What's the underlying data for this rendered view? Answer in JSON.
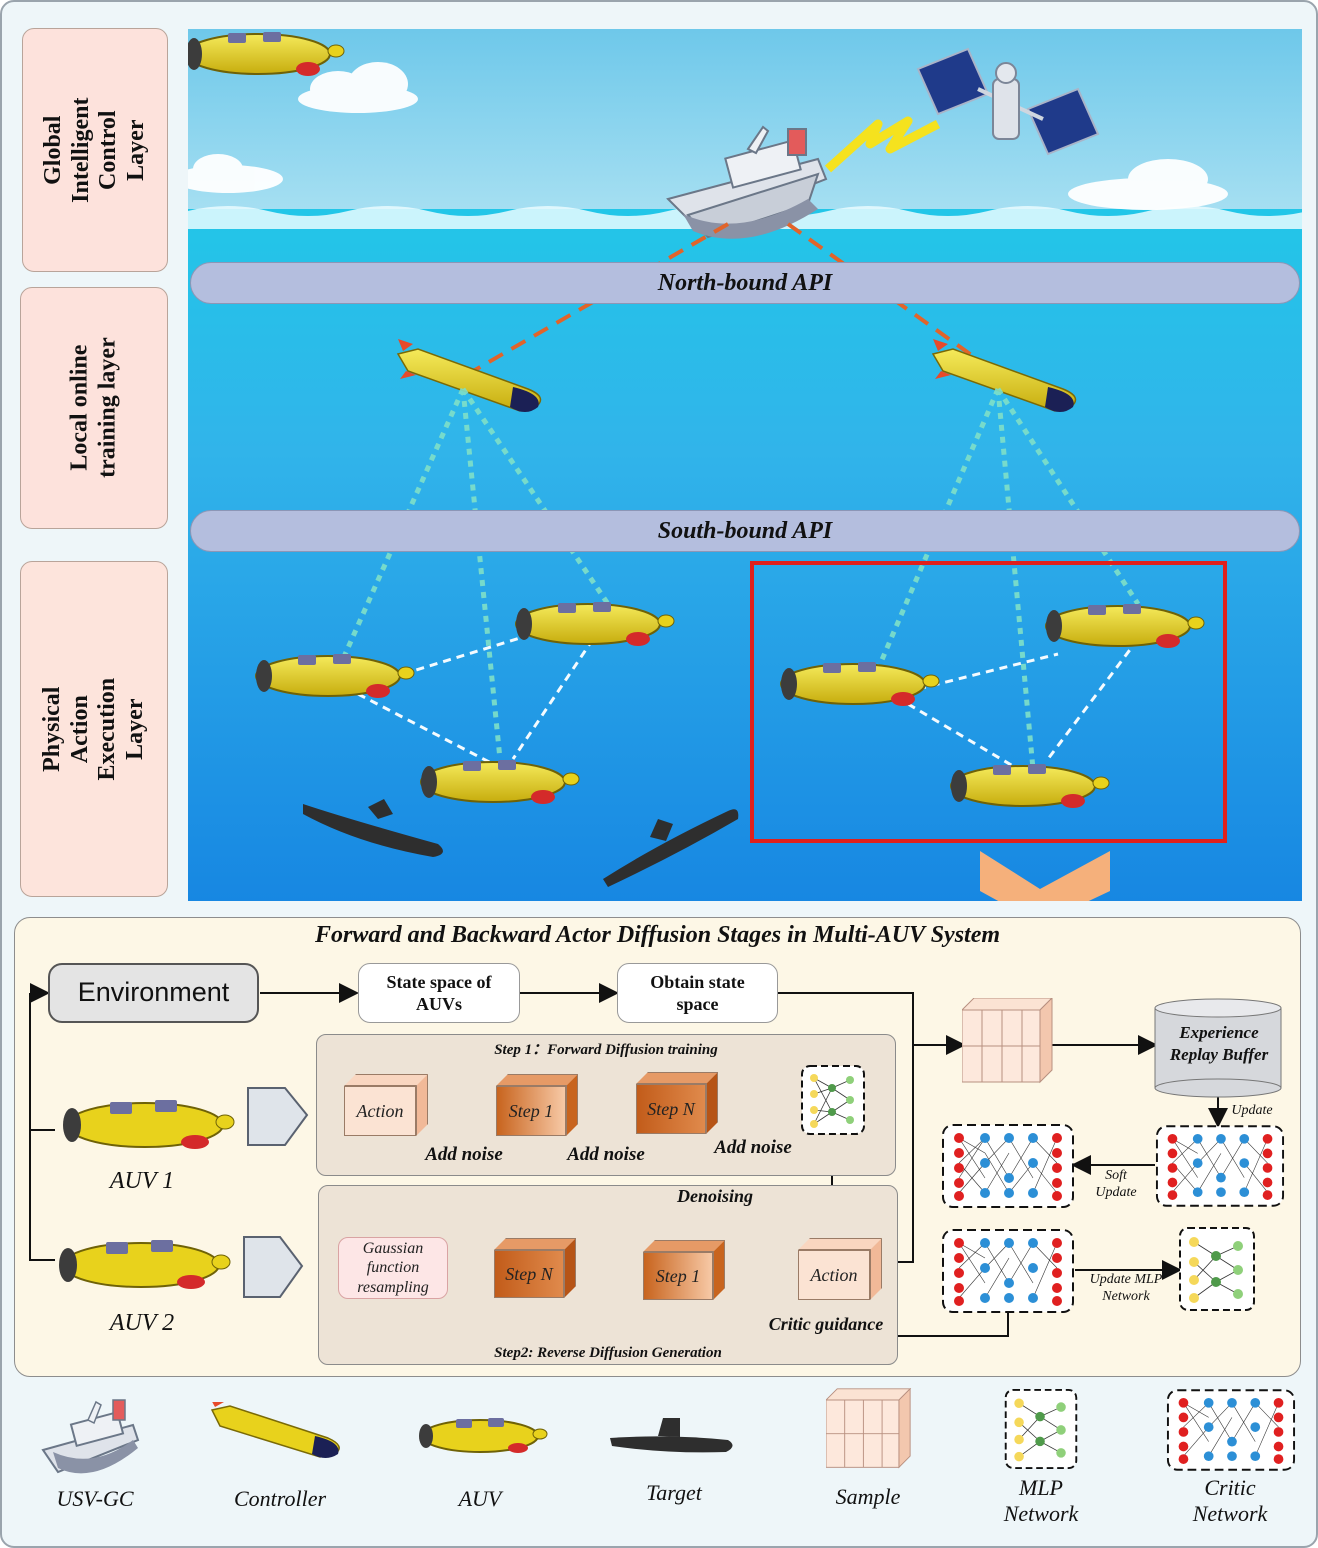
{
  "layers": {
    "global": "Global Intelligent Control Layer",
    "local": "Local online training layer",
    "physical": "Physical Action Execution Layer"
  },
  "apis": {
    "north": "North-bound API",
    "south": "South-bound API"
  },
  "panel": {
    "title": "Forward and Backward Actor Diffusion Stages in Multi-AUV System",
    "environment": "Environment",
    "state_space": "State space of AUVs",
    "obtain_state": "Obtain state space",
    "step1_title": "Step 1：Forward Diffusion training",
    "step2_title": "Step2: Reverse Diffusion Generation",
    "forward_cubes": [
      "Action",
      "Step 1",
      "Step N"
    ],
    "add_noise": "Add noise",
    "gaussian": "Gaussian function resampling",
    "reverse_cubes": [
      "Step N",
      "Step 1",
      "Action"
    ],
    "denoising": "Denoising",
    "critic_guidance": "Critic guidance",
    "auv1": "AUV 1",
    "auv2": "AUV 2",
    "replay_buffer": "Experience Replay Buffer",
    "update": "Update",
    "soft_update": "Soft Update",
    "update_mlp": "Update MLP Network"
  },
  "legend": [
    {
      "label": "USV-GC",
      "icon": "usv-icon"
    },
    {
      "label": "Controller",
      "icon": "controller-icon"
    },
    {
      "label": "AUV",
      "icon": "auv-icon"
    },
    {
      "label": "Target",
      "icon": "target-submarine-icon"
    },
    {
      "label": "Sample",
      "icon": "sample-icon"
    },
    {
      "label": "MLP Network",
      "icon": "mlp-network-icon"
    },
    {
      "label": "Critic Network",
      "icon": "critic-network-icon"
    }
  ],
  "colors": {
    "sky_top": "#6ec8ea",
    "sea_deep": "#1a8ee0",
    "api_bar": "#b4bede",
    "highlight_box": "#e0201c",
    "panel_bg": "#fdf7e6",
    "auv_yellow": "#e8d21c",
    "cube_orange": "#c8641e"
  }
}
